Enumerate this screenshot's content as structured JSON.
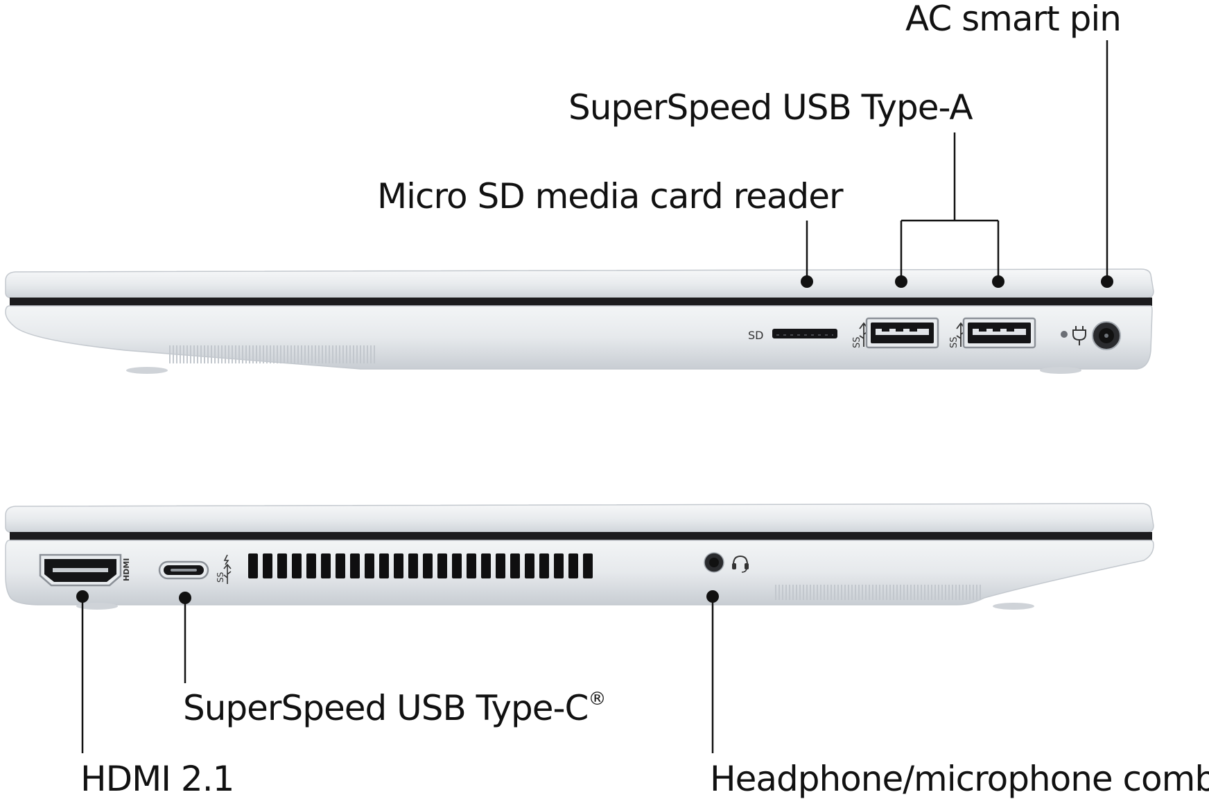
{
  "colors": {
    "ink": "#111111",
    "chassis_light": "#eef0f2",
    "chassis_mid": "#d7dbe0",
    "chassis_shadow": "#b9bfc6",
    "hinge_gap": "#1c1c1e",
    "port_dark": "#141416",
    "vent": "#0f0f10"
  },
  "icons": {
    "usb_a_1": "superspeed-usb-icon",
    "usb_a_2": "superspeed-usb-icon",
    "usb_c": "superspeed-usb-charging-icon",
    "power": "power-plug-icon",
    "headphone": "headset-icon",
    "hdmi": "hdmi-label-icon"
  },
  "right_side": {
    "sd_label": "SD",
    "callouts": {
      "ac_pin": "AC smart pin",
      "usb_a": "SuperSpeed USB Type-A",
      "micro_sd": "Micro SD media card reader"
    }
  },
  "left_side": {
    "hdmi_label": "HDMI",
    "callouts": {
      "usb_c": "SuperSpeed USB Type-C",
      "usb_c_mark": "®",
      "hdmi": "HDMI 2.1",
      "headphone": "Headphone/microphone combo"
    }
  }
}
